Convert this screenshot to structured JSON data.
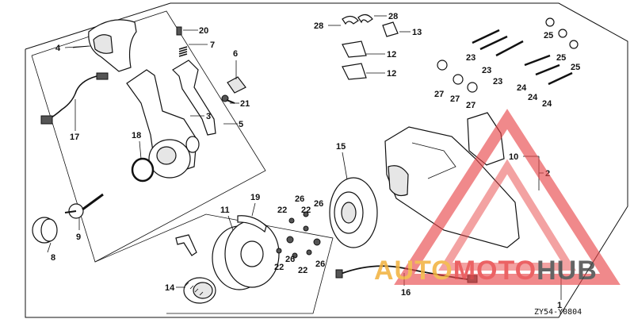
{
  "diagram": {
    "code": "ZY54-Y0804",
    "callouts": [
      "1",
      "2",
      "3",
      "4",
      "5",
      "6",
      "7",
      "8",
      "9",
      "10",
      "11",
      "12",
      "12",
      "13",
      "14",
      "15",
      "16",
      "17",
      "18",
      "19",
      "20",
      "21",
      "22",
      "22",
      "22",
      "22",
      "23",
      "23",
      "23",
      "24",
      "24",
      "24",
      "25",
      "25",
      "25",
      "26",
      "26",
      "26",
      "26",
      "27",
      "27",
      "27",
      "28",
      "28"
    ]
  },
  "watermark": {
    "text_a": "AUTO",
    "text_b": "MOTO",
    "text_c": "HUB",
    "color_red": "#e8474a",
    "color_orange": "#f2b13c",
    "color_dark": "#4a4a4a"
  }
}
